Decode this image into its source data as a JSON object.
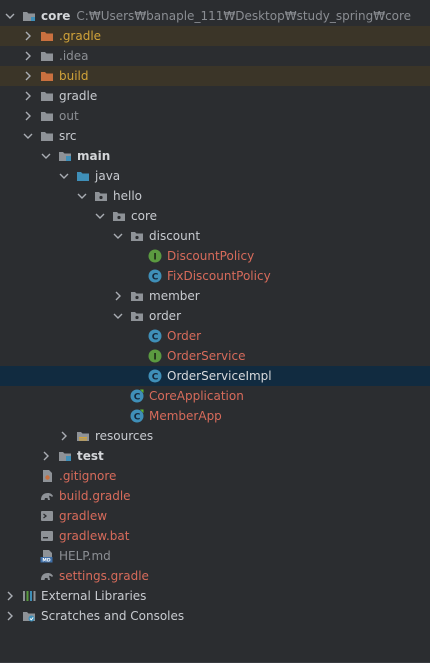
{
  "project": {
    "name": "core",
    "path": "C:₩Users₩banaple_111₩Desktop₩study_spring₩core"
  },
  "tree": {
    "gradle_hidden": ".gradle",
    "idea": ".idea",
    "build": "build",
    "gradle": "gradle",
    "out": "out",
    "src": "src",
    "main": "main",
    "java": "java",
    "hello": "hello",
    "core_pkg": "core",
    "discount": "discount",
    "discount_policy": "DiscountPolicy",
    "fix_discount_policy": "FixDiscountPolicy",
    "member": "member",
    "order": "order",
    "order_class": "Order",
    "order_service": "OrderService",
    "order_service_impl": "OrderServiceImpl",
    "core_application": "CoreApplication",
    "member_app": "MemberApp",
    "resources": "resources",
    "test": "test",
    "gitignore": ".gitignore",
    "build_gradle": "build.gradle",
    "gradlew": "gradlew",
    "gradlew_bat": "gradlew.bat",
    "help_md": "HELP.md",
    "settings_gradle": "settings.gradle",
    "external_libraries": "External Libraries",
    "scratches": "Scratches and Consoles"
  },
  "colors": {
    "background": "#2b2d30",
    "ignored_row": "#3b3528",
    "selected_row": "#112b40",
    "folder": "#8e9297",
    "excluded_folder": "#c9703f",
    "class_icon": "#3f8fb8",
    "interface_icon": "#5b9a40",
    "modified_text": "#d76b5b"
  }
}
